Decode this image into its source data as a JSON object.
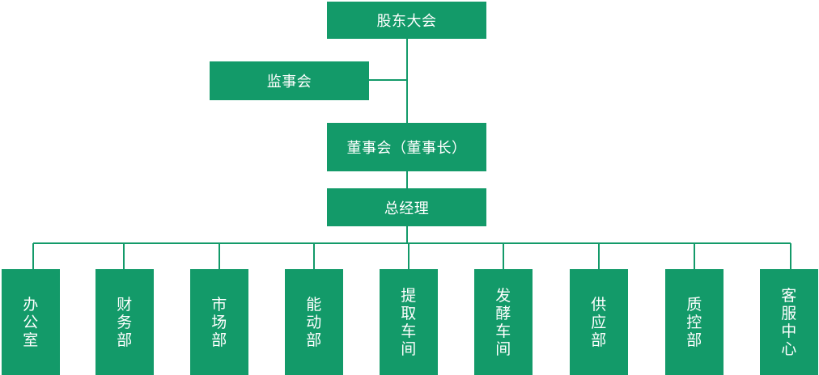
{
  "colors": {
    "box_fill": "#139A69",
    "line": "#139A69",
    "text": "#FFFFFF"
  },
  "nodes": {
    "shareholders": "股东大会",
    "supervisory": "监事会",
    "board": "董事会（董事长）",
    "gm": "总经理"
  },
  "departments": [
    {
      "label": "办公室"
    },
    {
      "label": "财务部"
    },
    {
      "label": "市场部"
    },
    {
      "label": "能动部"
    },
    {
      "label": "提取车间"
    },
    {
      "label": "发酵车间"
    },
    {
      "label": "供应部"
    },
    {
      "label": "质控部"
    },
    {
      "label": "客服中心"
    }
  ]
}
